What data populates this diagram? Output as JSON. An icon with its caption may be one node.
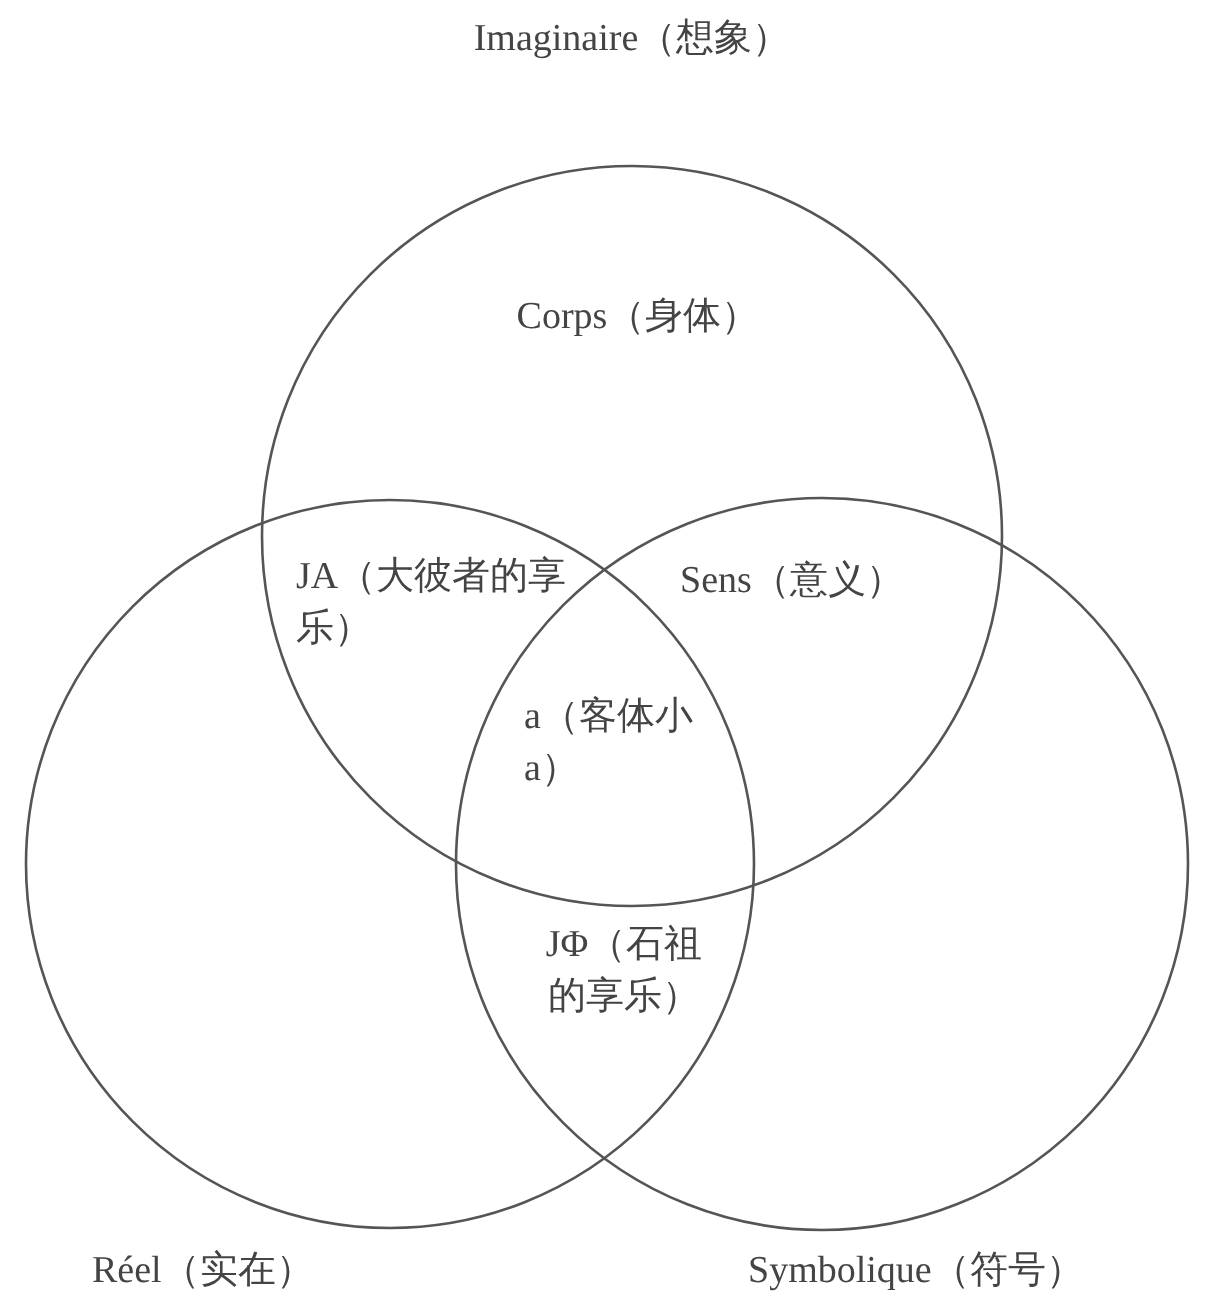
{
  "diagram": {
    "nodes": [
      {
        "text": [
          "Imaginaire（想象）"
        ]
      },
      {
        "text": [
          "Réel（实在）"
        ]
      },
      {
        "text": [
          "Symbolique（符号）"
        ]
      }
    ],
    "labels": [
      "Corps（身体）",
      "JA（大彼者的享乐）",
      "Sens（意义）",
      "a（客体小a）",
      "JΦ（石祖的享乐）"
    ]
  }
}
